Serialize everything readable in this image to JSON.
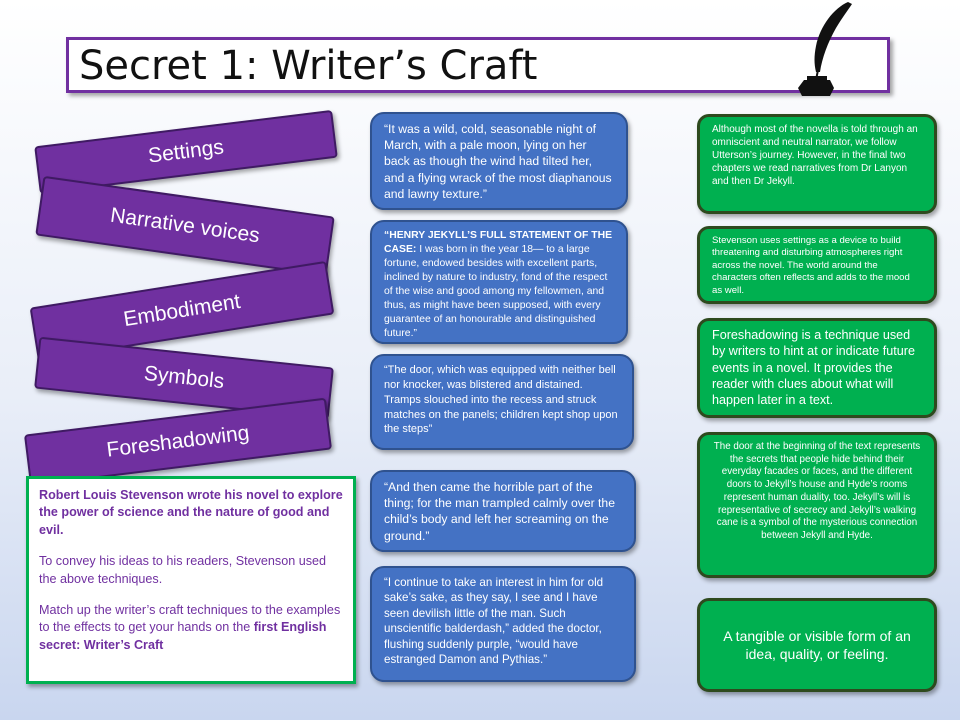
{
  "title": "Secret 1: Writer’s Craft",
  "techniques": [
    "Settings",
    "Narrative voices",
    "Embodiment",
    "Symbols",
    "Foreshadowing"
  ],
  "quotes": {
    "q1": "“It was a wild, cold, seasonable night of March, with a pale moon, lying on her back as though the wind had tilted her, and a flying wrack of the most diaphanous and lawny texture.”",
    "q2_heading": "“HENRY JEKYLL’S FULL STATEMENT OF THE CASE:",
    "q2_body": " I was born in the year 18— to a large fortune, endowed besides with excellent parts, inclined by nature to industry, fond of the respect of the wise and good among my fellowmen, and thus, as might have been supposed, with every guarantee of an honourable and distinguished future.”",
    "q3": "“The door, which was equipped with neither bell nor knocker, was blistered and distained. Tramps slouched into the recess and struck matches on the panels; children kept shop upon the steps”",
    "q4": "“And then came the horrible part of the thing; for the man trampled calmly over the child’s body and left her screaming on the ground.”",
    "q5": "“I continue to take an interest in him for old sake’s sake, as they say, I see and I have seen devilish little of the man. Such unscientific balderdash,” added the doctor, flushing suddenly purple, “would have estranged Damon and Pythias.”"
  },
  "effects": {
    "e1": "Although most of the novella is told through an omniscient and neutral narrator, we follow Utterson’s journey. However, in the final two chapters we read narratives from Dr Lanyon and then Dr Jekyll.",
    "e2": "Stevenson uses settings as a device to build threatening and disturbing atmospheres right across the novel. The world around the characters often reflects and adds to the mood as well.",
    "e3": "Foreshadowing is a technique used by writers to hint at or indicate future events in a novel. It provides the reader with clues about what will happen later in a text.",
    "e4": "The door at the beginning of the text represents the secrets that people hide behind their everyday facades or faces, and the different doors to Jekyll’s house and Hyde’s rooms represent human duality, too. Jekyll’s will is representative of secrecy and Jekyll’s walking cane is a symbol of the mysterious connection between Jekyll and Hyde.",
    "e5": "A tangible or visible form of an idea, quality, or feeling."
  },
  "info": {
    "p1": "Robert Louis Stevenson wrote his novel to explore the power of science and the nature of good and evil.",
    "p2": "To convey his ideas to his readers, Stevenson used the above techniques.",
    "p3_pre": "Match up the writer’s craft techniques to the examples to the effects to get your hands on the ",
    "p3_bold": "first English secret: Writer’s Craft"
  },
  "colors": {
    "purple": "#7030a0",
    "blue": "#4472c4",
    "green": "#00b050"
  }
}
